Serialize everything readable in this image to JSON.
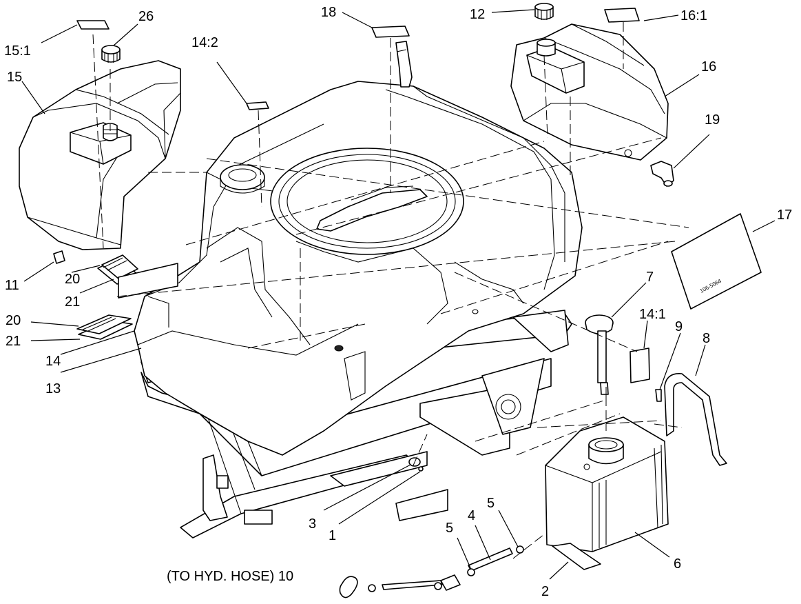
{
  "callouts": {
    "c_15_1": "15:1",
    "c_26": "26",
    "c_15": "15",
    "c_14_2": "14:2",
    "c_18": "18",
    "c_12": "12",
    "c_16_1": "16:1",
    "c_16": "16",
    "c_19": "19",
    "c_17": "17",
    "c_11": "11",
    "c_20a": "20",
    "c_21a": "21",
    "c_20b": "20",
    "c_21b": "21",
    "c_14": "14",
    "c_13": "13",
    "c_7": "7",
    "c_14_1": "14:1",
    "c_9": "9",
    "c_8": "8",
    "c_3": "3",
    "c_1": "1",
    "c_5a": "5",
    "c_4": "4",
    "c_5b": "5",
    "c_6": "6",
    "c_2": "2",
    "c_10": "(TO HYD. HOSE) 10"
  },
  "decal_17_text": "106-5064"
}
